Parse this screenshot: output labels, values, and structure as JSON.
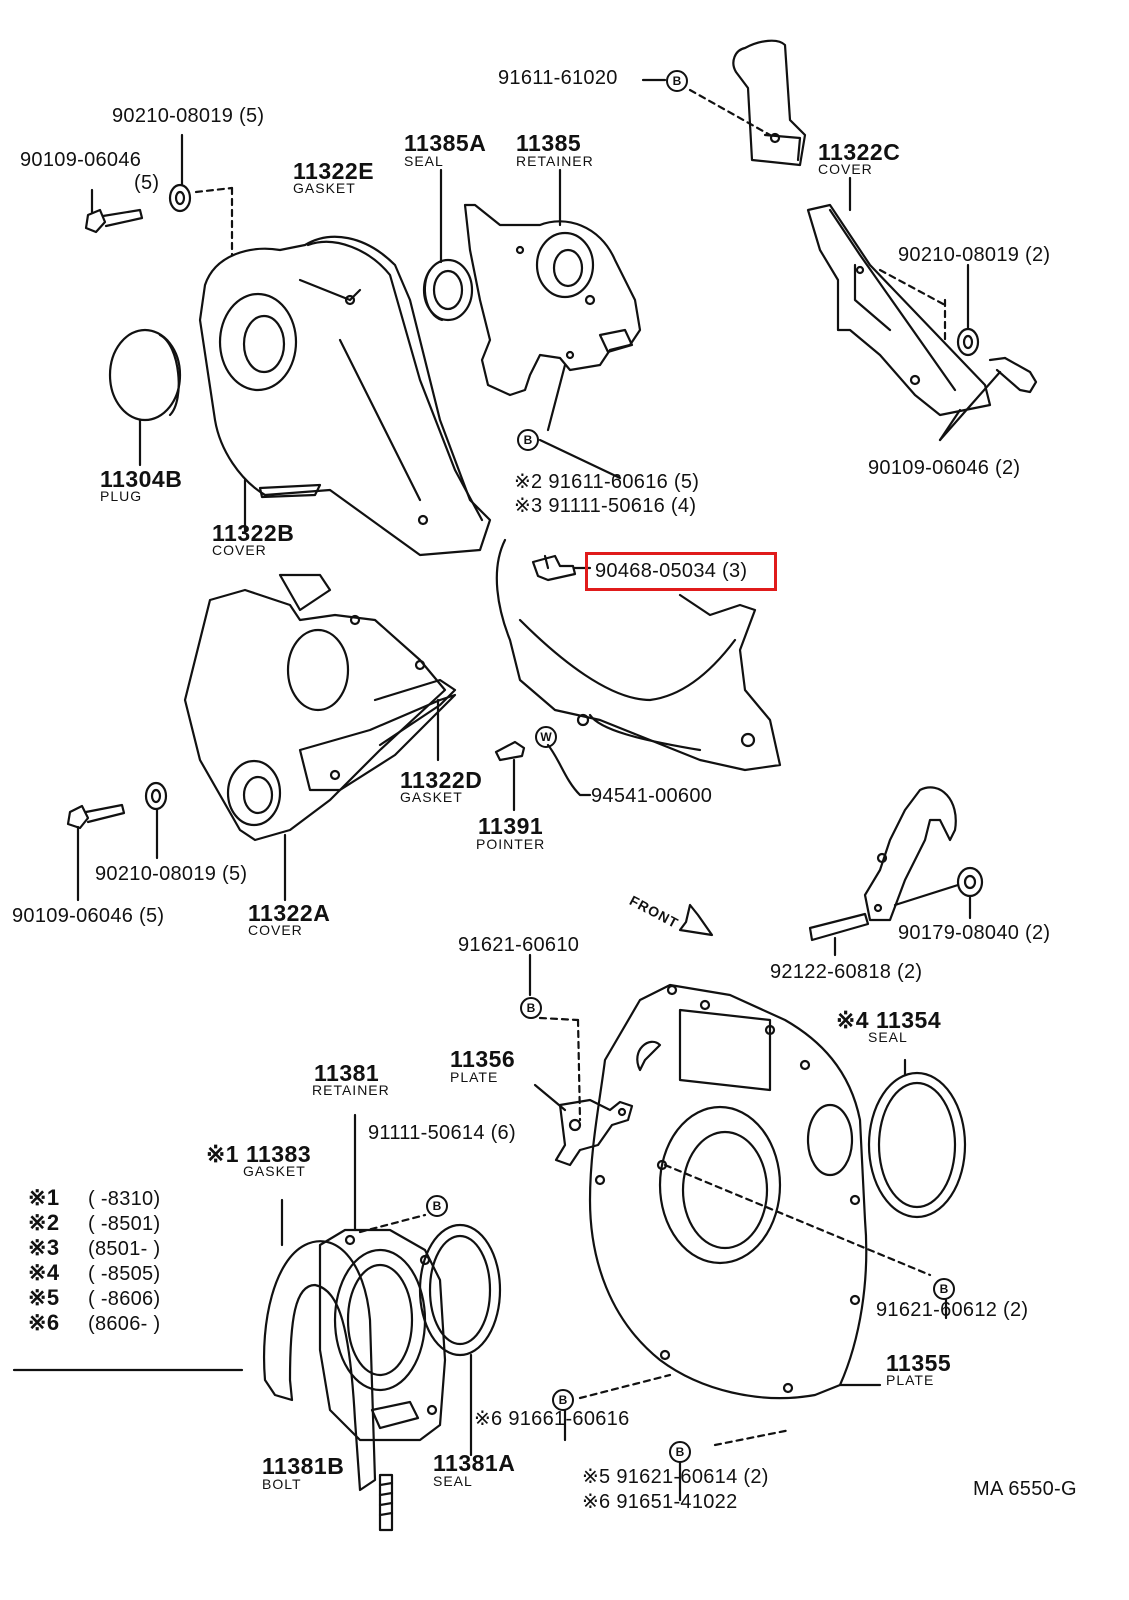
{
  "labels": {
    "l1": "91611-61020",
    "l2": "90210-08019 (5)",
    "l3": "90109-06046",
    "l3q": "(5)",
    "l4": "11385A",
    "l4s": "SEAL",
    "l5": "11385",
    "l5s": "RETAINER",
    "l6": "11322E",
    "l6s": "GASKET",
    "l7": "11322C",
    "l7s": "COVER",
    "l8": "90210-08019 (2)",
    "l9": "11304B",
    "l9s": "PLUG",
    "l10": "90109-06046 (2)",
    "l11": "※2 91611-60616 (5)",
    "l12": "※3 91111-50616 (4)",
    "l13": "11322B",
    "l13s": "COVER",
    "l14": "90468-05034 (3)",
    "l15": "11322D",
    "l15s": "GASKET",
    "l16": "94541-00600",
    "l17": "11391",
    "l17s": "POINTER",
    "l18": "90210-08019 (5)",
    "l19": "90109-06046 (5)",
    "l20": "11322A",
    "l20s": "COVER",
    "l21": "FRONT",
    "l22": "90179-08040 (2)",
    "l23": "92122-60818 (2)",
    "l24": "91621-60610",
    "l25": "※4 11354",
    "l25s": "SEAL",
    "l26": "11356",
    "l26s": "PLATE",
    "l27": "11381",
    "l27s": "RETAINER",
    "l28": "91111-50614 (6)",
    "l29": "※1 11383",
    "l29s": "GASKET",
    "l30": "91621-60612 (2)",
    "l31": "11355",
    "l31s": "PLATE",
    "l32": "※6 91661-60616",
    "l33": "11381B",
    "l33s": "BOLT",
    "l34": "11381A",
    "l34s": "SEAL",
    "l35": "※5 91621-60614 (2)",
    "l36": "※6 91651-41022",
    "l37": "MA 6550-G"
  },
  "legend": [
    {
      "mark": "※1",
      "range": "(          -8310)"
    },
    {
      "mark": "※2",
      "range": "(          -8501)"
    },
    {
      "mark": "※3",
      "range": "(8501-          )"
    },
    {
      "mark": "※4",
      "range": "(          -8505)"
    },
    {
      "mark": "※5",
      "range": "(          -8606)"
    },
    {
      "mark": "※6",
      "range": "(8606-          )"
    }
  ],
  "badges": {
    "b": "B",
    "w": "W"
  },
  "highlight_color": "#e01b1b"
}
